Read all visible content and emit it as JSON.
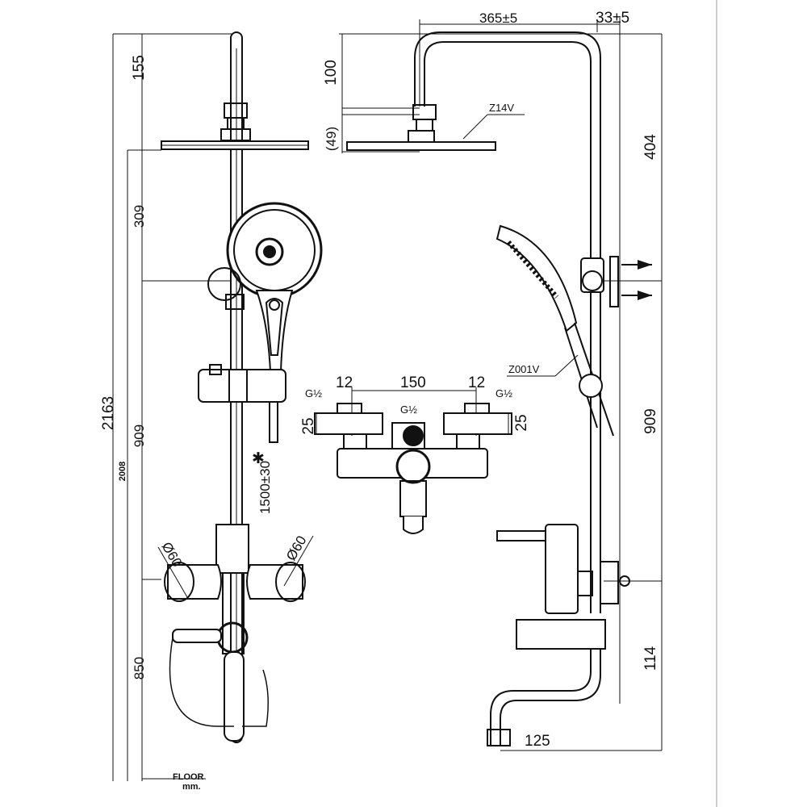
{
  "dimensions": {
    "left": {
      "total_height": "2163",
      "top_to_bar": "155",
      "head_to_handshower": "309",
      "bar_length": "909",
      "floor_to_top": "2008",
      "floor_to_mixer": "850",
      "handshower_height": "1500±30",
      "flange_left": "Ø60",
      "flange_right": "Ø60"
    },
    "top": {
      "arm_length": "365±5",
      "wall_offset": "33±5",
      "head_drop": "100",
      "head_drop_min": "(49)"
    },
    "right": {
      "upper_segment": "404",
      "bar_length": "909",
      "spout_height": "114",
      "spout_length": "125"
    },
    "mixer_detail": {
      "center_distance": "150",
      "left_thread_len": "12",
      "right_thread_len": "12",
      "left_thread": "G½",
      "right_thread": "G½",
      "outlet_thread": "G½",
      "left_height": "25",
      "right_height": "25"
    }
  },
  "labels": {
    "head_model": "Z14V",
    "hand_model": "Z001V",
    "floor_line1": "FLOOR",
    "floor_line2": "mm."
  },
  "colors": {
    "line": "#111111",
    "background": "#ffffff"
  },
  "icons": {
    "wall_anchor": "screw-anchor-icon",
    "asterisk": "asterisk-icon"
  }
}
